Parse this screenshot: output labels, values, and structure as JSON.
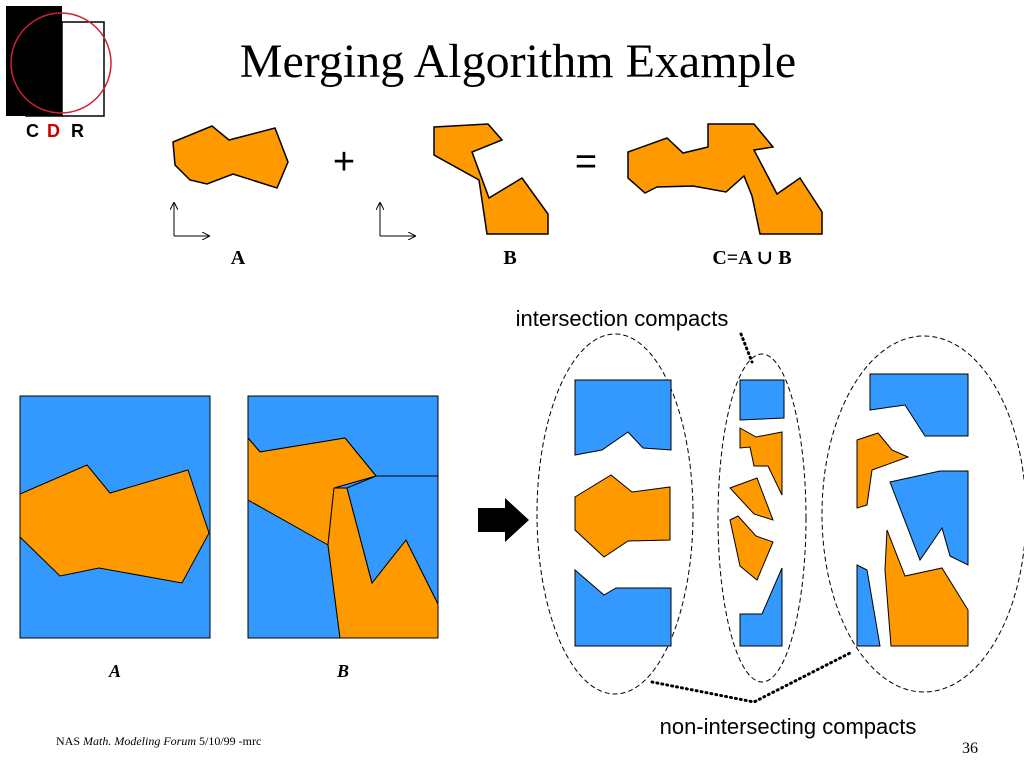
{
  "slide": {
    "title": "Merging Algorithm Example",
    "page_number": "36"
  },
  "logo": {
    "letters": [
      "C",
      "D",
      "R"
    ],
    "colors": {
      "black": "#000000",
      "ring": "#cc2233",
      "d_letter": "#cc0000"
    }
  },
  "top_row": {
    "plus": "+",
    "equals": "=",
    "labels": {
      "a": "A",
      "b": "B",
      "c": "C=A ∪ B"
    }
  },
  "bottom_row": {
    "labels": {
      "a": "A",
      "b": "B"
    },
    "annotations": {
      "intersection": "intersection compacts",
      "non_intersecting": "non-intersecting compacts"
    }
  },
  "footer": {
    "prefix": "NAS ",
    "italic": "Math. Modeling Forum",
    "suffix": " 5/10/99 -mrc"
  },
  "colors": {
    "orange": "#ff9900",
    "blue": "#3399ff",
    "outline": "#000000"
  }
}
